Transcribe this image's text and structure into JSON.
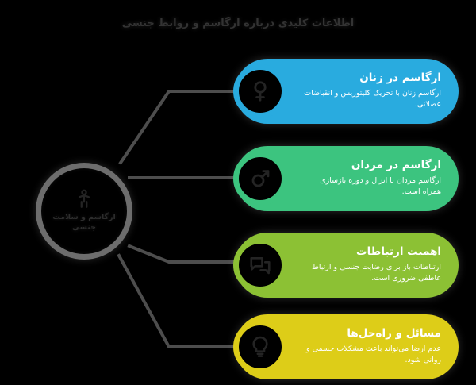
{
  "title": "اطلاعات کلیدی درباره ارگاسم و روابط جنسی",
  "hub": {
    "label": "ارگاسم و سلامت جنسی",
    "icon": "body-anatomy-icon",
    "ring_color": "#6d6d6d"
  },
  "cards": [
    {
      "id": "card-1",
      "title": "ارگاسم در زنان",
      "body": "ارگاسم زنان با تحریک کلیتوریس و انقباضات عضلانی.",
      "color": "#29abdf",
      "icon": "female-symbol-icon"
    },
    {
      "id": "card-2",
      "title": "ارگاسم در مردان",
      "body": "ارگاسم مردان با انزال و دوره بازسازی همراه است.",
      "color": "#3cc47f",
      "icon": "male-symbol-icon"
    },
    {
      "id": "card-3",
      "title": "اهمیت ارتباطات",
      "body": "ارتباطات باز برای رضایت جنسی و ارتباط عاطفی ضروری است.",
      "color": "#8cc134",
      "icon": "conversation-icon"
    },
    {
      "id": "card-4",
      "title": "مسائل و راه‌حل‌ها",
      "body": "عدم ارضا می‌تواند باعث مشکلات جسمی و روانی شود.",
      "color": "#ddcd18",
      "icon": "lightbulb-idea-icon"
    }
  ],
  "connectors": {
    "color": "#4d4d4d",
    "stroke_width": 4
  }
}
